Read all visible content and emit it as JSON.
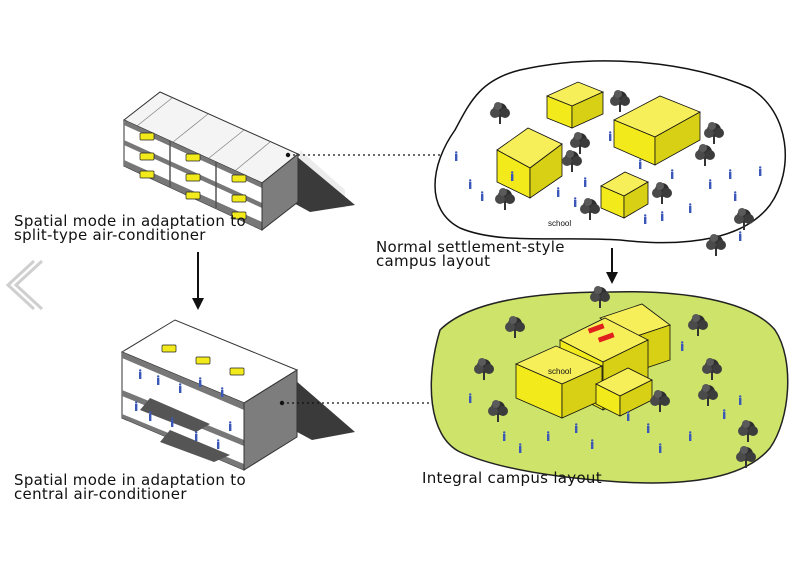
{
  "captions": {
    "split_mode": {
      "line1": "Spatial mode in adaptation to",
      "line2": "split-type air-conditioner"
    },
    "central_mode": {
      "line1": "Spatial mode in adaptation to",
      "line2": "central air-conditioner"
    },
    "settlement_layout": {
      "line1": "Normal settlement-style",
      "line2": "campus layout"
    },
    "integral_layout": "Integral campus layout"
  },
  "labels": {
    "school_top": "school",
    "school_bottom": "school"
  },
  "icons": {
    "nav_prev": "chevron-left-icon"
  },
  "colors": {
    "building_yellow": "#f2ea1b",
    "ground_green": "#cde36a",
    "wall_gray": "#7d7d7d",
    "tree_dark": "#3a3a3a",
    "ac_red": "#e0201c",
    "people_blue": "#3b57b8"
  }
}
